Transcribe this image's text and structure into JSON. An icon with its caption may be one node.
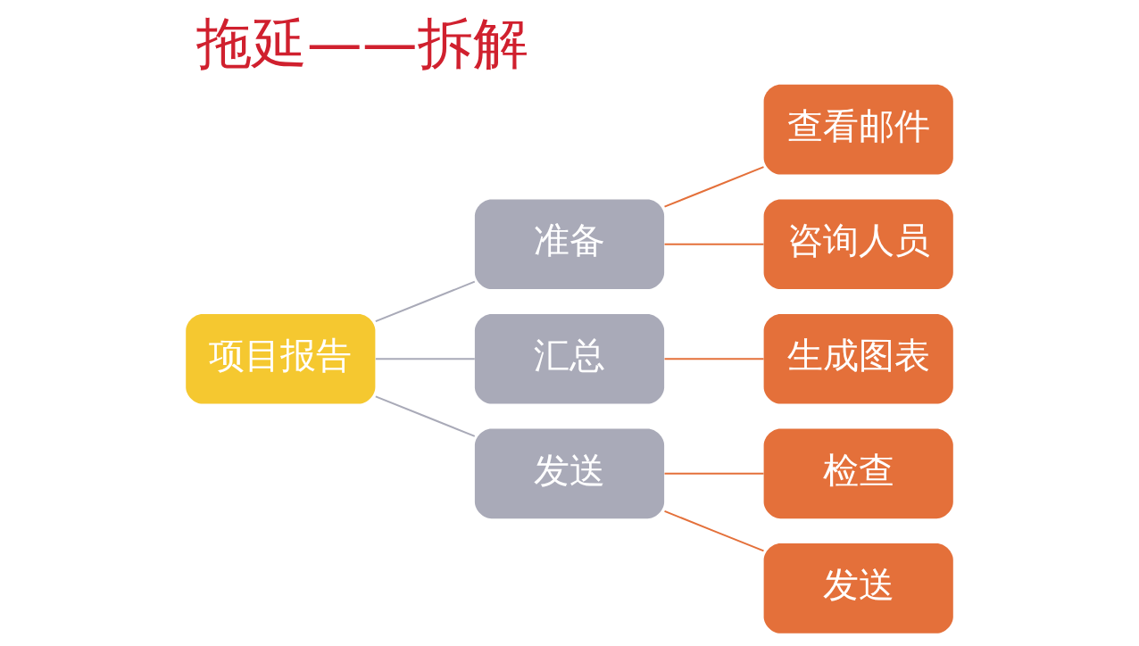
{
  "diagram": {
    "title": "拖延——拆解",
    "nodes": [
      {
        "text": [
          "项目报告"
        ]
      },
      {
        "text": [
          "准备"
        ]
      },
      {
        "text": [
          "汇总"
        ]
      },
      {
        "text": [
          "发送"
        ]
      },
      {
        "text": [
          "查看邮件"
        ]
      },
      {
        "text": [
          "咨询人员"
        ]
      },
      {
        "text": [
          "生成图表"
        ]
      },
      {
        "text": [
          "检查"
        ]
      },
      {
        "text": [
          "发送"
        ]
      }
    ],
    "edges": [
      {
        "from": 0,
        "to": 1,
        "arrow": "none",
        "color": "#a9aab8"
      },
      {
        "from": 0,
        "to": 2,
        "arrow": "none",
        "color": "#a9aab8"
      },
      {
        "from": 0,
        "to": 3,
        "arrow": "none",
        "color": "#a9aab8"
      },
      {
        "from": 1,
        "to": 4,
        "arrow": "none"
      },
      {
        "from": 1,
        "to": 5,
        "arrow": "none"
      },
      {
        "from": 2,
        "to": 6,
        "arrow": "none"
      },
      {
        "from": 3,
        "to": 7,
        "arrow": "none"
      },
      {
        "from": 3,
        "to": 8,
        "arrow": "none"
      }
    ]
  }
}
